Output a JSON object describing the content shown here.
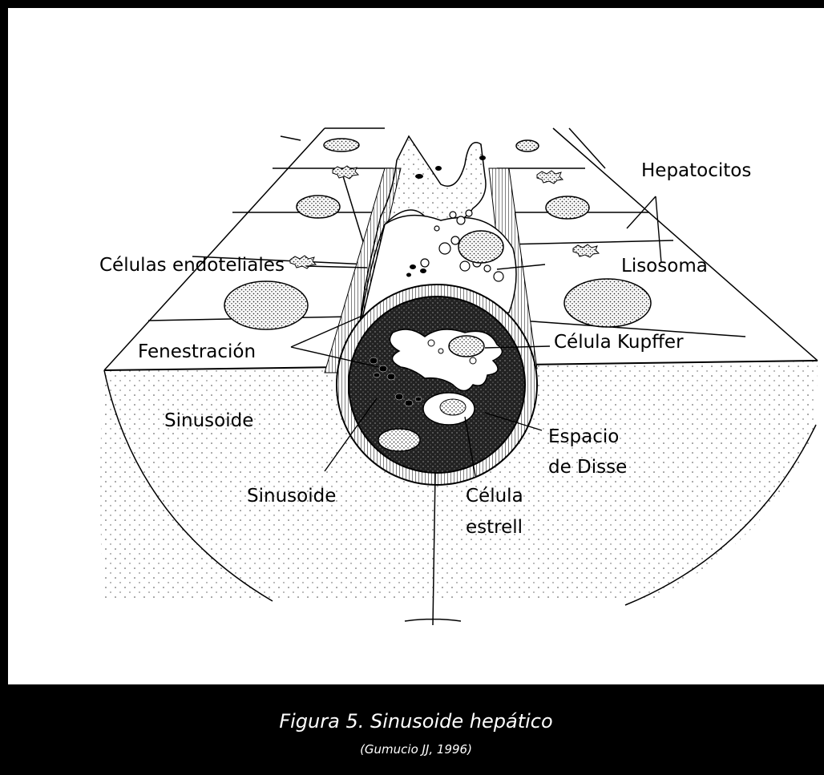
{
  "labels": {
    "hepatocitos": "Hepatocitos",
    "celulas_endoteliales": "Células endoteliales",
    "lisosoma": "Lisosoma",
    "fenestracion": "Fenestración",
    "celula_kupffer": "Célula Kupffer",
    "sinusoide_left": "Sinusoide",
    "espacio_line1": "Espacio",
    "espacio_line2": "de Disse",
    "sinusoide_bottom": "Sinusoide",
    "celula_estrellada_line1": "Célula",
    "celula_estrellada_line2": "estrell"
  },
  "caption": {
    "title": "Figura 5. Sinusoide hepático",
    "source": "(Gumucio JJ, 1996)"
  }
}
